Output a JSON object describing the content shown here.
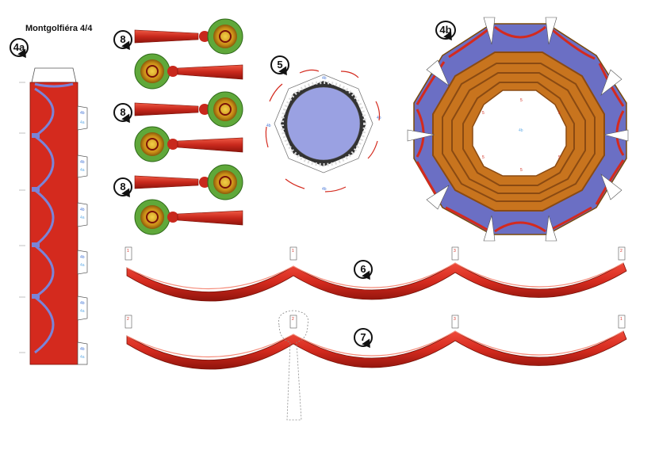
{
  "sheet": {
    "title": "Montgolfiéra 4/4"
  },
  "parts": {
    "p4a": "4a",
    "p4b": "4b",
    "p5": "5",
    "p6": "6",
    "p7": "7",
    "p8a": "8",
    "p8b": "8",
    "p8c": "8"
  },
  "tabs": {
    "t4b": "4b",
    "t4a": "4a",
    "t5": "5",
    "t1": "1",
    "t2": "2",
    "t3": "3"
  },
  "colors": {
    "red": "#d42a1e",
    "dark_red": "#a3160e",
    "blue": "#6b6fc4",
    "orange": "#c8741e",
    "brown": "#8a4a12",
    "green": "#5fa83a",
    "gold": "#d9a81c"
  }
}
